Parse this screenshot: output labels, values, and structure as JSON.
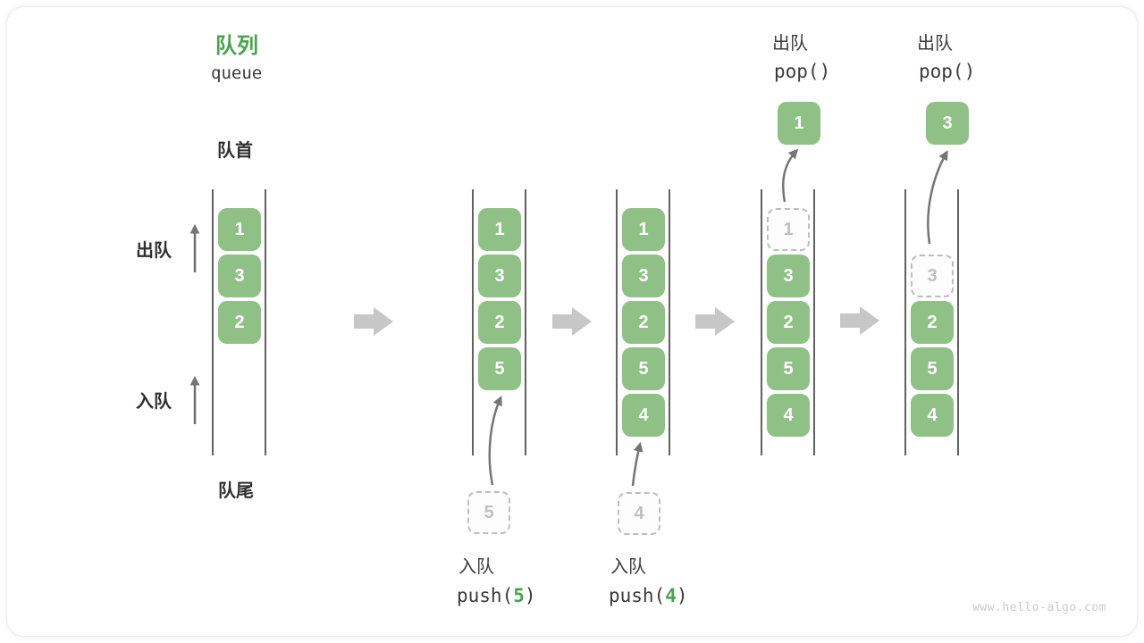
{
  "title": {
    "zh": "队列",
    "en": "queue"
  },
  "side_labels": {
    "front": "队首",
    "rear": "队尾",
    "dequeue": "出队",
    "enqueue": "入队"
  },
  "colors": {
    "box_green": "#8FC085",
    "accent_green": "#48A44E",
    "ghost_gray": "#BDBDBD",
    "arrow_gray": "#757575",
    "block_arrow_gray": "#C7C7C7",
    "text_dark": "#3A3A3A",
    "wall_gray": "#616161",
    "watermark_gray": "#CBCBCB"
  },
  "states": [
    {
      "boxes": [
        "1",
        "3",
        "2"
      ]
    },
    {
      "boxes": [
        "1",
        "3",
        "2",
        "5"
      ],
      "incoming_value": "5"
    },
    {
      "boxes": [
        "1",
        "3",
        "2",
        "5",
        "4"
      ],
      "incoming_value": "4"
    },
    {
      "ghost_value": "1",
      "boxes": [
        "3",
        "2",
        "5",
        "4"
      ],
      "popped_value": "1"
    },
    {
      "ghost_value": "3",
      "boxes": [
        "2",
        "5",
        "4"
      ],
      "popped_value": "3"
    }
  ],
  "enqueue_ops": [
    {
      "label": "入队",
      "fn_open": "push(",
      "arg": "5",
      "fn_close": ")"
    },
    {
      "label": "入队",
      "fn_open": "push(",
      "arg": "4",
      "fn_close": ")"
    }
  ],
  "dequeue_ops": [
    {
      "label": "出队",
      "code": "pop()"
    },
    {
      "label": "出队",
      "code": "pop()"
    }
  ],
  "watermark": "www.hello-algo.com"
}
